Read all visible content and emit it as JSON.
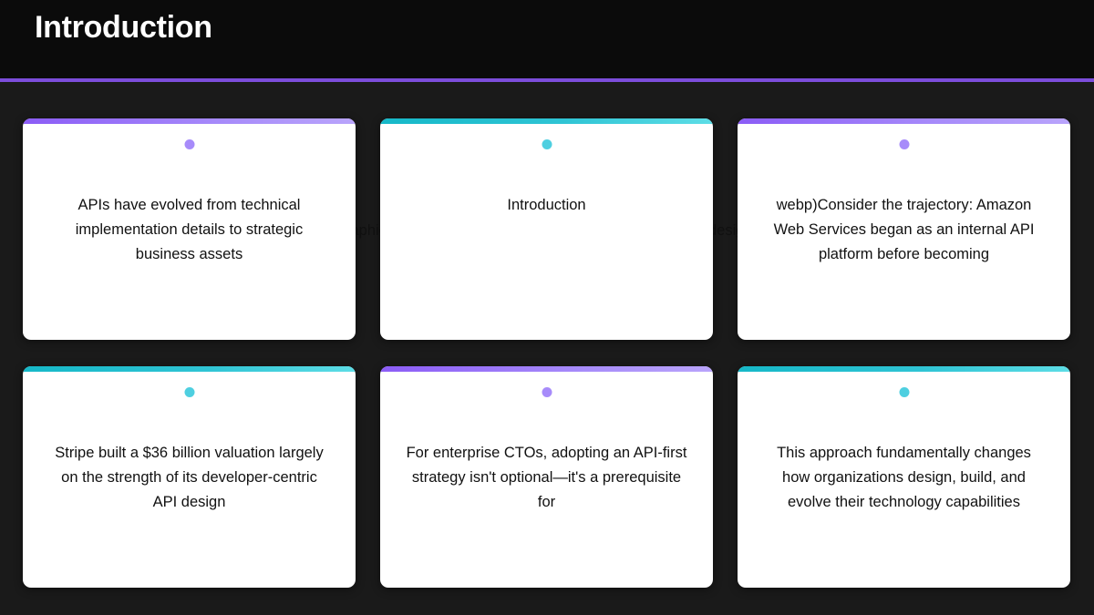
{
  "header": {
    "title": "Introduction",
    "accent_color": "#7c4ddb",
    "background_color": "#0b0b0b"
  },
  "page": {
    "background_color": "#1a1a1a",
    "overlay_text": "Infographic(/images/api-first-strategy-enterprise-integration-designing-f"
  },
  "cards": [
    {
      "accent": "purple",
      "accent_color": "#8b5cf6",
      "dot": "status-dot",
      "text": "APIs have evolved from technical implementation details to strategic business assets"
    },
    {
      "accent": "teal",
      "accent_color": "#16b8c8",
      "dot": "status-dot",
      "text": "Introduction"
    },
    {
      "accent": "purple",
      "accent_color": "#8b5cf6",
      "dot": "status-dot",
      "text": "webp)Consider the trajectory: Amazon Web Services began as an internal API platform before becoming"
    },
    {
      "accent": "teal",
      "accent_color": "#16b8c8",
      "dot": "status-dot",
      "text": "Stripe built a $36 billion valuation largely on the strength of its developer-centric API design"
    },
    {
      "accent": "purple",
      "accent_color": "#8b5cf6",
      "dot": "status-dot",
      "text": "For enterprise CTOs, adopting an API-first strategy isn't optional—it's a prerequisite for"
    },
    {
      "accent": "teal",
      "accent_color": "#16b8c8",
      "dot": "status-dot",
      "text": "This approach fundamentally changes how organizations design, build, and evolve their technology capabilities"
    }
  ]
}
